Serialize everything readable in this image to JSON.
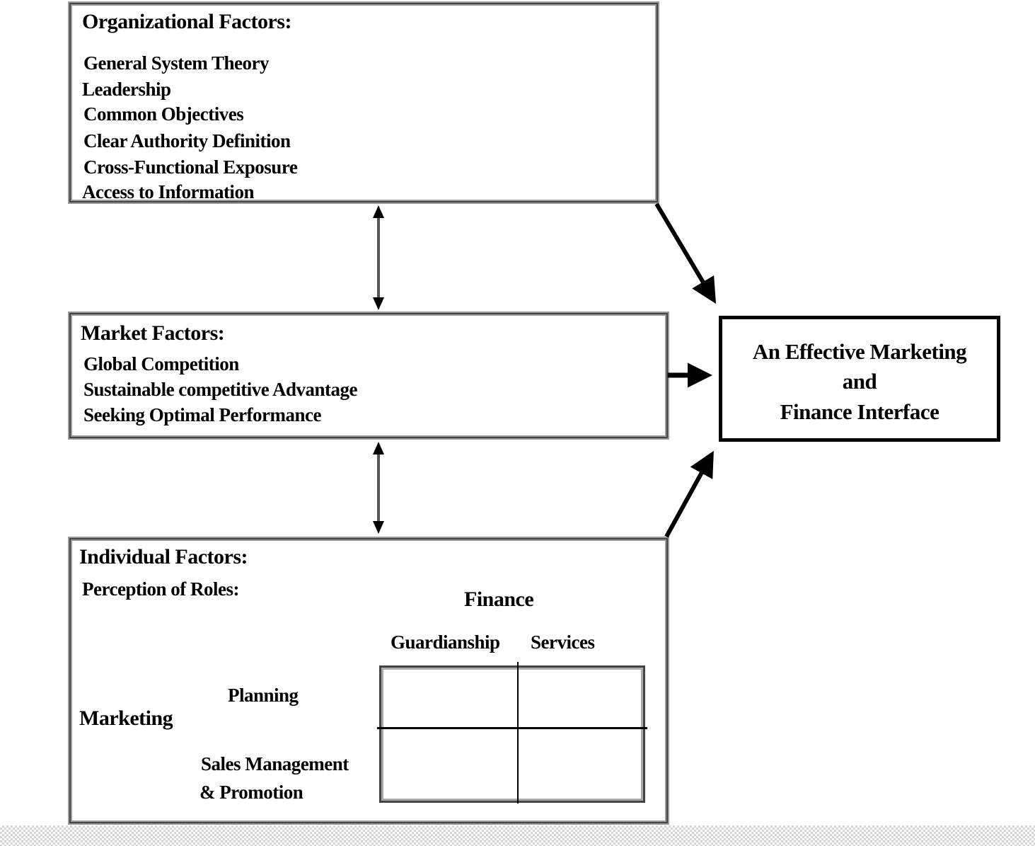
{
  "organizational": {
    "title": "Organizational Factors:",
    "items": [
      "General System Theory",
      "Leadership",
      "Common Objectives",
      "Clear Authority Definition",
      "Cross-Functional Exposure",
      "Access to Information"
    ]
  },
  "market": {
    "title": "Market Factors:",
    "items": [
      "Global Competition",
      "Sustainable competitive Advantage",
      "Seeking Optimal Performance"
    ]
  },
  "individual": {
    "title": "Individual Factors:",
    "perception_label": "Perception of Roles:",
    "finance_label": "Finance",
    "finance_columns": [
      "Guardianship",
      "Services"
    ],
    "marketing_label": "Marketing",
    "marketing_rows": [
      "Planning",
      "Sales Management",
      "& Promotion"
    ]
  },
  "outcome": {
    "lines": [
      "An Effective Marketing",
      "and",
      "Finance Interface"
    ]
  },
  "relations": [
    {
      "from": "organizational",
      "to": "market",
      "type": "bidirectional"
    },
    {
      "from": "market",
      "to": "individual",
      "type": "bidirectional"
    },
    {
      "from": "organizational",
      "to": "outcome",
      "type": "directed"
    },
    {
      "from": "market",
      "to": "outcome",
      "type": "directed"
    },
    {
      "from": "individual",
      "to": "outcome",
      "type": "directed"
    }
  ]
}
